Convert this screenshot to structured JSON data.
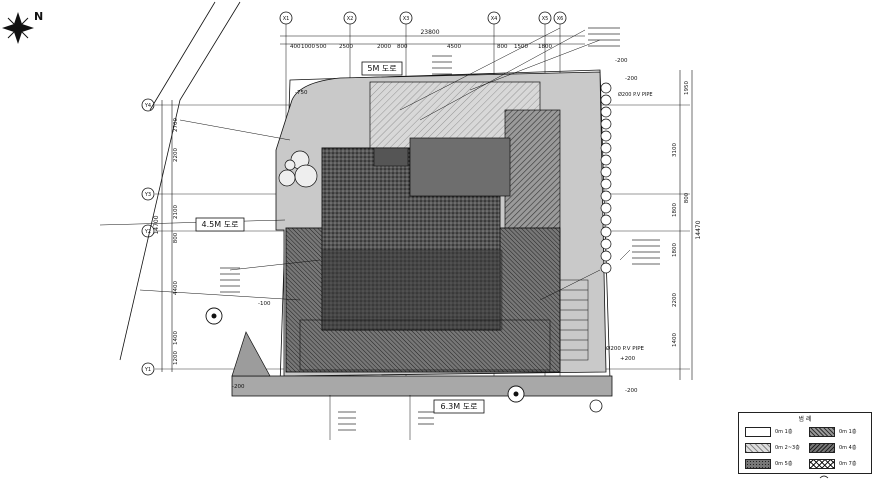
{
  "roads": {
    "top": "5M 도로",
    "left": "4.5M 도로",
    "bottom": "6.3M 도로"
  },
  "grid_lines": {
    "x": [
      "X1",
      "X2",
      "X3",
      "X4",
      "X5",
      "X6"
    ],
    "y": [
      "Y4",
      "Y3",
      "Y2",
      "Y1"
    ]
  },
  "dimensions": {
    "top_overall": "23800",
    "top": [
      "400",
      "1000",
      "500",
      "2500",
      "2000",
      "800",
      "4500",
      "800",
      "1500",
      "1800"
    ],
    "left": [
      "2700",
      "2200",
      "2100",
      "800",
      "4400",
      "1400",
      "1200"
    ],
    "left_overall": "14700",
    "right": [
      "1950",
      "3100",
      "1800",
      "800",
      "1800",
      "2200",
      "1400"
    ],
    "right_overall": "14470"
  },
  "levels": [
    "-750",
    "-200",
    "-100",
    "-200",
    "+200",
    "-200",
    "-200"
  ],
  "pipe_notes": [
    "Ø200 P.V PIPE",
    "Ø200 P.V PIPE"
  ],
  "legend": {
    "title": "범 례",
    "items": [
      {
        "label": "0m 1층",
        "pattern": "white"
      },
      {
        "label": "0m 1층",
        "pattern": "dense-hatch"
      },
      {
        "label": "0m 2~3층",
        "pattern": "light-hatch"
      },
      {
        "label": "0m 4층",
        "pattern": "hatch"
      },
      {
        "label": "0m 5층",
        "pattern": "dots"
      },
      {
        "label": "0m 7층",
        "pattern": "cross"
      }
    ]
  },
  "colors": {
    "ink": "#111111",
    "site_fill": "#bdbdbd",
    "dark_fill": "#2b2b2b",
    "mid_fill": "#6a6a6a"
  }
}
